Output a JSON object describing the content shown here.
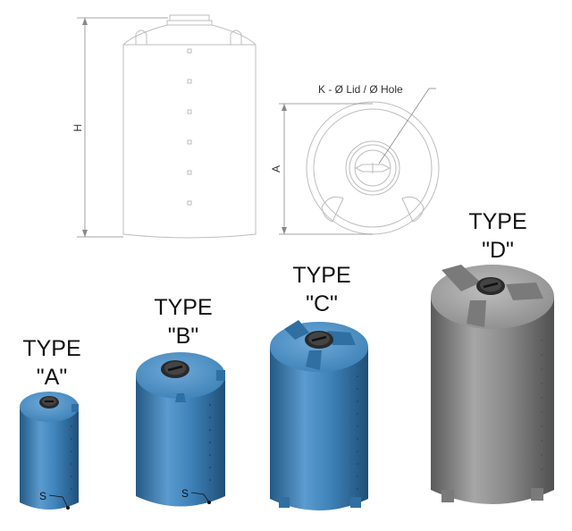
{
  "drawing": {
    "height_label": "H",
    "diameter_label": "A",
    "lid_label": "K - Ø Lid / Ø Hole"
  },
  "types": [
    {
      "line1": "TYPE",
      "line2": "\"A\"",
      "color": "#3a7fb5",
      "dark": "#245a85",
      "light": "#63a3d4"
    },
    {
      "line1": "TYPE",
      "line2": "\"B\"",
      "color": "#3a7fb5",
      "dark": "#245a85",
      "light": "#63a3d4"
    },
    {
      "line1": "TYPE",
      "line2": "\"C\"",
      "color": "#3a7fb5",
      "dark": "#245a85",
      "light": "#63a3d4"
    },
    {
      "line1": "TYPE",
      "line2": "\"D\"",
      "color": "#8a8a8a",
      "dark": "#5e5e5e",
      "light": "#b3b3b3"
    }
  ],
  "outlet_label": "S"
}
